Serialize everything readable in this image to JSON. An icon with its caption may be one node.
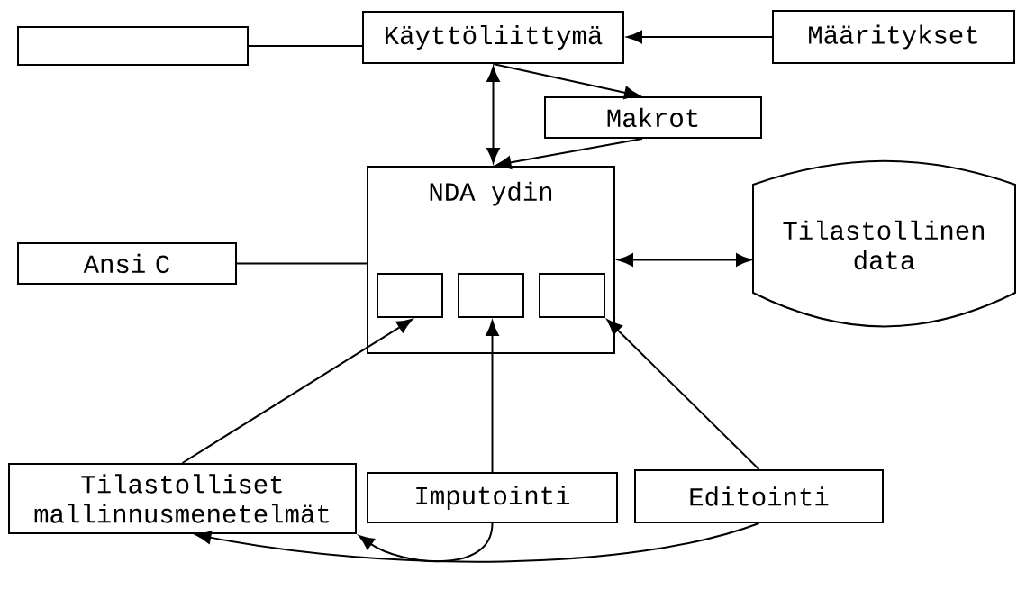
{
  "diagram": {
    "nodes": [
      {
        "text": [],
        "shape": "box"
      },
      {
        "text": [
          "Käyttöliittymä"
        ]
      },
      {
        "text": [
          "Määritykset"
        ]
      },
      {
        "text": [
          "Makrot"
        ]
      },
      {
        "text": [
          "NDA ydin"
        ]
      },
      {
        "text": [],
        "shape": "box",
        "in": 4
      },
      {
        "text": [],
        "shape": "box",
        "in": 4
      },
      {
        "text": [],
        "shape": "box",
        "in": 4
      },
      {
        "text": [
          "Ansi C"
        ]
      },
      {
        "text": [
          "Tilastollinen data"
        ]
      },
      {
        "text": [
          "Tilastolliset mallinnusmenetelmät"
        ]
      },
      {
        "text": [
          "Imputointi"
        ]
      },
      {
        "text": [
          "Editointi"
        ]
      }
    ],
    "edges": [
      {
        "from": 0,
        "to": 1,
        "arrow": "none"
      },
      {
        "from": 2,
        "to": 1,
        "arrow": "to"
      },
      {
        "from": 1,
        "to": 4,
        "arrow": "both"
      },
      {
        "from": 1,
        "to": 3,
        "arrow": "to"
      },
      {
        "from": 3,
        "to": 4,
        "arrow": "to"
      },
      {
        "from": 8,
        "to": 4,
        "arrow": "none"
      },
      {
        "from": 4,
        "to": 9,
        "arrow": "both"
      },
      {
        "from": 10,
        "to": 5,
        "arrow": "to"
      },
      {
        "from": 11,
        "to": 6,
        "arrow": "to"
      },
      {
        "from": 12,
        "to": 7,
        "arrow": "to"
      },
      {
        "from": 11,
        "to": 10,
        "arrow": "to"
      },
      {
        "from": 12,
        "to": 10,
        "arrow": "to"
      }
    ]
  }
}
